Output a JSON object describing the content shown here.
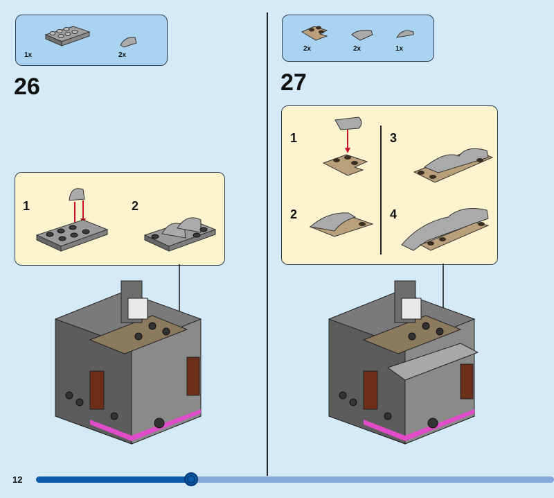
{
  "page_number": "12",
  "progress": {
    "fraction": 0.3
  },
  "steps": [
    {
      "number": "26",
      "parts": [
        {
          "qty": "1x",
          "name": "plate-2x4-gray"
        },
        {
          "qty": "2x",
          "name": "curved-slope-gray"
        }
      ],
      "substeps": [
        "1",
        "2"
      ]
    },
    {
      "number": "27",
      "parts": [
        {
          "qty": "2x",
          "name": "corner-plate-tan"
        },
        {
          "qty": "2x",
          "name": "curved-slope-gray"
        },
        {
          "qty": "1x",
          "name": "half-round-tile-gray"
        }
      ],
      "substeps": [
        "1",
        "2",
        "3",
        "4"
      ]
    }
  ],
  "colors": {
    "background": "#d4eaf8",
    "parts_box": "#a9d3f0",
    "substep_box": "#fdf3cf",
    "progress": "#0b5aa8",
    "arrow": "#c8102e"
  }
}
